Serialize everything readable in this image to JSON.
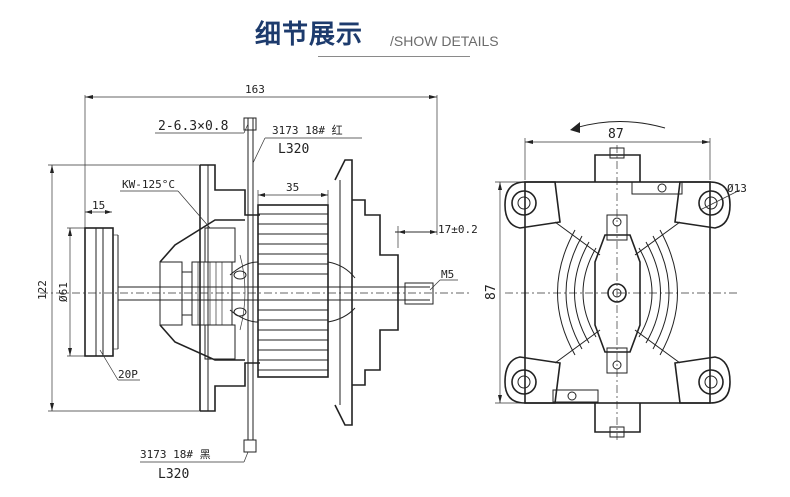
{
  "header": {
    "title_cn": "细节展示",
    "title_en": "/SHOW DETAILS"
  },
  "side_view": {
    "overall_length": "163",
    "terminal": "2-6.3×0.8",
    "wire_top_spec": "3173 18# 红",
    "wire_top_length": "L320",
    "thermal": "KW-125°C",
    "fan_width": "15",
    "coil_width": "35",
    "height": "122",
    "fan_diameter": "Ø61",
    "fan_blades": "20P",
    "shaft_length": "17±0.2",
    "thread": "M5",
    "wire_bottom_spec": "3173 18# 黑",
    "wire_bottom_length": "L320"
  },
  "front_view": {
    "width": "87",
    "height": "87",
    "hole_dia": "Ø13"
  },
  "colors": {
    "title": "#1d3b6d",
    "lines": "#222222"
  }
}
